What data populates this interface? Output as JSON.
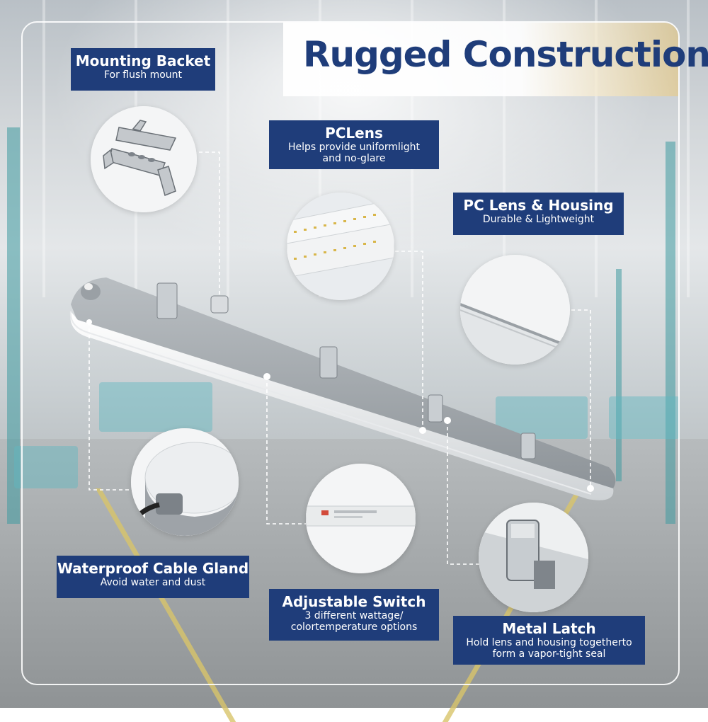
{
  "title": "Rugged Construction",
  "features": {
    "mounting_bracket": {
      "heading": "Mounting Backet",
      "sub": "For flush mount"
    },
    "pc_lens": {
      "heading": "PCLens",
      "sub_line1": "Helps provide uniformlight",
      "sub_line2": "and no-glare"
    },
    "pc_lens_housing": {
      "heading": "PC Lens & Housing",
      "sub": "Durable & Lightweight"
    },
    "cable_gland": {
      "heading": "Waterproof Cable Gland",
      "sub": "Avoid water and dust"
    },
    "adjustable_switch": {
      "heading": "Adjustable Switch",
      "sub_line1": "3 different wattage/",
      "sub_line2": "colortemperature options"
    },
    "metal_latch": {
      "heading": "Metal Latch",
      "sub_line1": "Hold lens and housing togetherto",
      "sub_line2": "form a vapor-tight seal"
    }
  },
  "colors": {
    "label_bg": "#1f3d7a",
    "title": "#1f3d7a",
    "accent_gold": "#ecc978"
  }
}
